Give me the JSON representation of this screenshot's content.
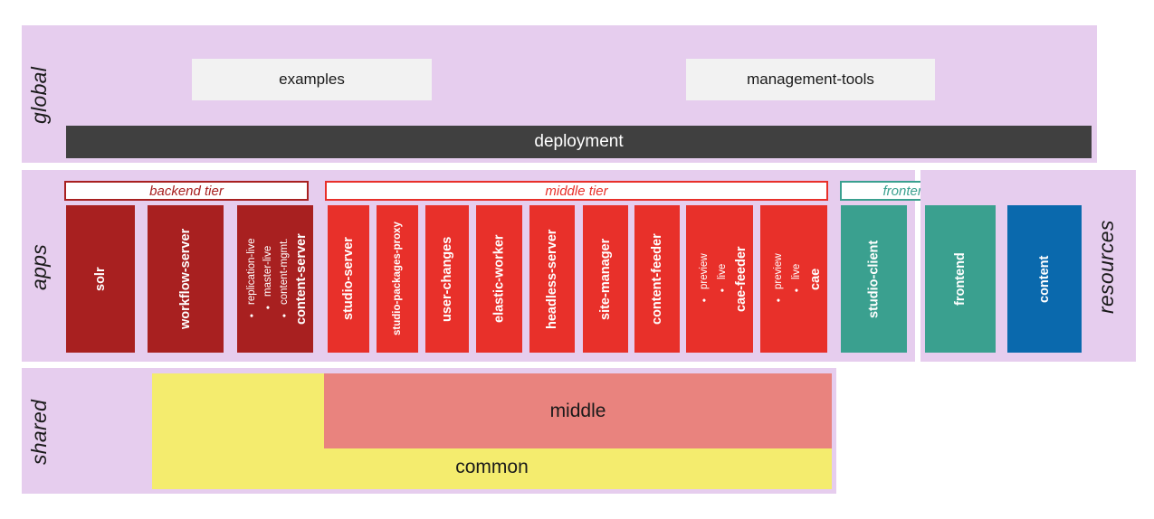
{
  "sections": {
    "global": {
      "label": "global",
      "boxes": [
        {
          "name": "examples",
          "label": "examples"
        },
        {
          "name": "management-tools",
          "label": "management-tools"
        }
      ],
      "deployment": {
        "label": "deployment",
        "color": "#404040"
      }
    },
    "apps": {
      "label": "apps",
      "tiers": [
        {
          "id": "backend",
          "label": "backend tier",
          "color": "#a82020"
        },
        {
          "id": "middle",
          "label": "middle tier",
          "color": "#e8302a"
        },
        {
          "id": "frontend",
          "label": "frontend tier",
          "color": "#3aa08f"
        }
      ],
      "backend_tier_apps": [
        {
          "title": "solr",
          "bullets": []
        },
        {
          "title": "workflow-server",
          "bullets": []
        },
        {
          "title": "content-server",
          "bullets": [
            "content-mgmt.",
            "master-live",
            "replication-live"
          ]
        }
      ],
      "middle_tier_apps": [
        {
          "title": "studio-server",
          "bullets": []
        },
        {
          "title": "studio-packages-proxy",
          "bullets": []
        },
        {
          "title": "user-changes",
          "bullets": []
        },
        {
          "title": "elastic-worker",
          "bullets": []
        },
        {
          "title": "headless-server",
          "bullets": []
        },
        {
          "title": "site-manager",
          "bullets": []
        },
        {
          "title": "content-feeder",
          "bullets": []
        },
        {
          "title": "cae-feeder",
          "bullets": [
            "live",
            "preview"
          ]
        },
        {
          "title": "cae",
          "bullets": [
            "live",
            "preview"
          ]
        }
      ],
      "frontend_tier_apps": [
        {
          "title": "studio-client",
          "bullets": []
        }
      ]
    },
    "resources": {
      "label": "resources",
      "items": [
        {
          "title": "frontend",
          "color": "#3aa08f"
        },
        {
          "title": "content",
          "color": "#0a69ad"
        }
      ]
    },
    "shared": {
      "label": "shared",
      "boxes": [
        {
          "name": "common",
          "label": "common",
          "color": "#f4ec6e"
        },
        {
          "name": "middle",
          "label": "middle",
          "color": "#e9837e"
        }
      ]
    }
  },
  "colors": {
    "band": "#e6cdee",
    "backend": "#a82020",
    "middle": "#e8302a",
    "teal": "#3aa08f",
    "blue": "#0a69ad",
    "yellow": "#f4ec6e",
    "salmon": "#e9837e",
    "deployment": "#404040",
    "top_box": "#f2f2f2"
  }
}
